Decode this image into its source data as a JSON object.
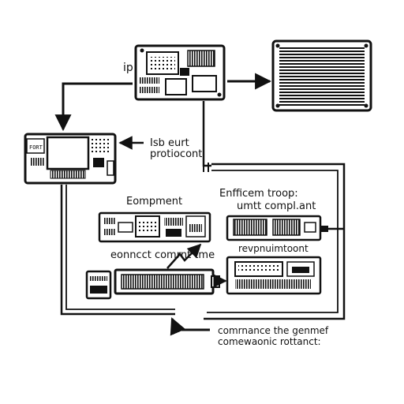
{
  "labels": {
    "ip": "ip",
    "isb_eurt": "Isb eurt",
    "protiocont": "protiocont",
    "eompment": "Eompment",
    "enfficem_troop": "Enfficem troop:",
    "umtt_compl_ant": "umtt compl.ant",
    "eonncct_comrnt_tme": "eonncct comrnt tme",
    "revpnuimtoont": "revpnuimtoont",
    "comrnance_the_genmef": "comrnance the genmef",
    "comewaonic_rottanct": "comewaonic rottanct:"
  },
  "chip_labels": {
    "left_module": "FORT"
  },
  "icons": [
    "circuit-board-icon",
    "heatsink-icon",
    "ribbon-connector-icon",
    "arrow-icon"
  ],
  "colors": {
    "ink": "#111111",
    "paper": "#ffffff",
    "panel": "#e6e6e6"
  }
}
